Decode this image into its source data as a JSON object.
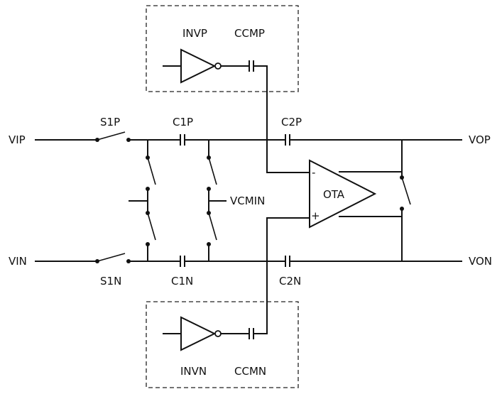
{
  "labels": {
    "vip": "VIP",
    "vin": "VIN",
    "vop": "VOP",
    "von": "VON",
    "s1p": "S1P",
    "s1n": "S1N",
    "c1p": "C1P",
    "c1n": "C1N",
    "c2p": "C2P",
    "c2n": "C2N",
    "vcmin": "VCMIN",
    "ota": "OTA",
    "ota_minus": "-",
    "ota_plus": "+",
    "invp": "INVP",
    "ccmp": "CCMP",
    "invn": "INVN",
    "ccmn": "CCMN"
  }
}
